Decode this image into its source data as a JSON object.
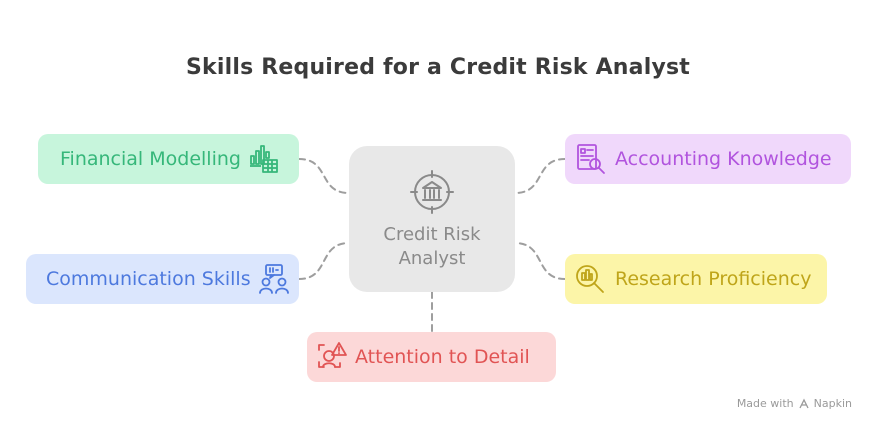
{
  "title": "Skills Required for a Credit Risk Analyst",
  "center": {
    "label_line1": "Credit Risk",
    "label_line2": "Analyst",
    "icon": "bank-icon"
  },
  "nodes": [
    {
      "label": "Financial Modelling",
      "icon": "chart-table-icon",
      "color": "#36b77a",
      "bg": "#c7f5dc"
    },
    {
      "label": "Communication Skills",
      "icon": "people-chat-icon",
      "color": "#4d79de",
      "bg": "#dbe6fd"
    },
    {
      "label": "Accounting Knowledge",
      "icon": "report-magnify-icon",
      "color": "#b154de",
      "bg": "#f0d8fb"
    },
    {
      "label": "Research Proficiency",
      "icon": "research-magnify-icon",
      "color": "#bfa51a",
      "bg": "#fcf5a8"
    },
    {
      "label": "Attention to Detail",
      "icon": "alert-focus-icon",
      "color": "#e15454",
      "bg": "#fcd8d8"
    }
  ],
  "footer": {
    "made_with": "Made with",
    "brand": "Napkin"
  }
}
